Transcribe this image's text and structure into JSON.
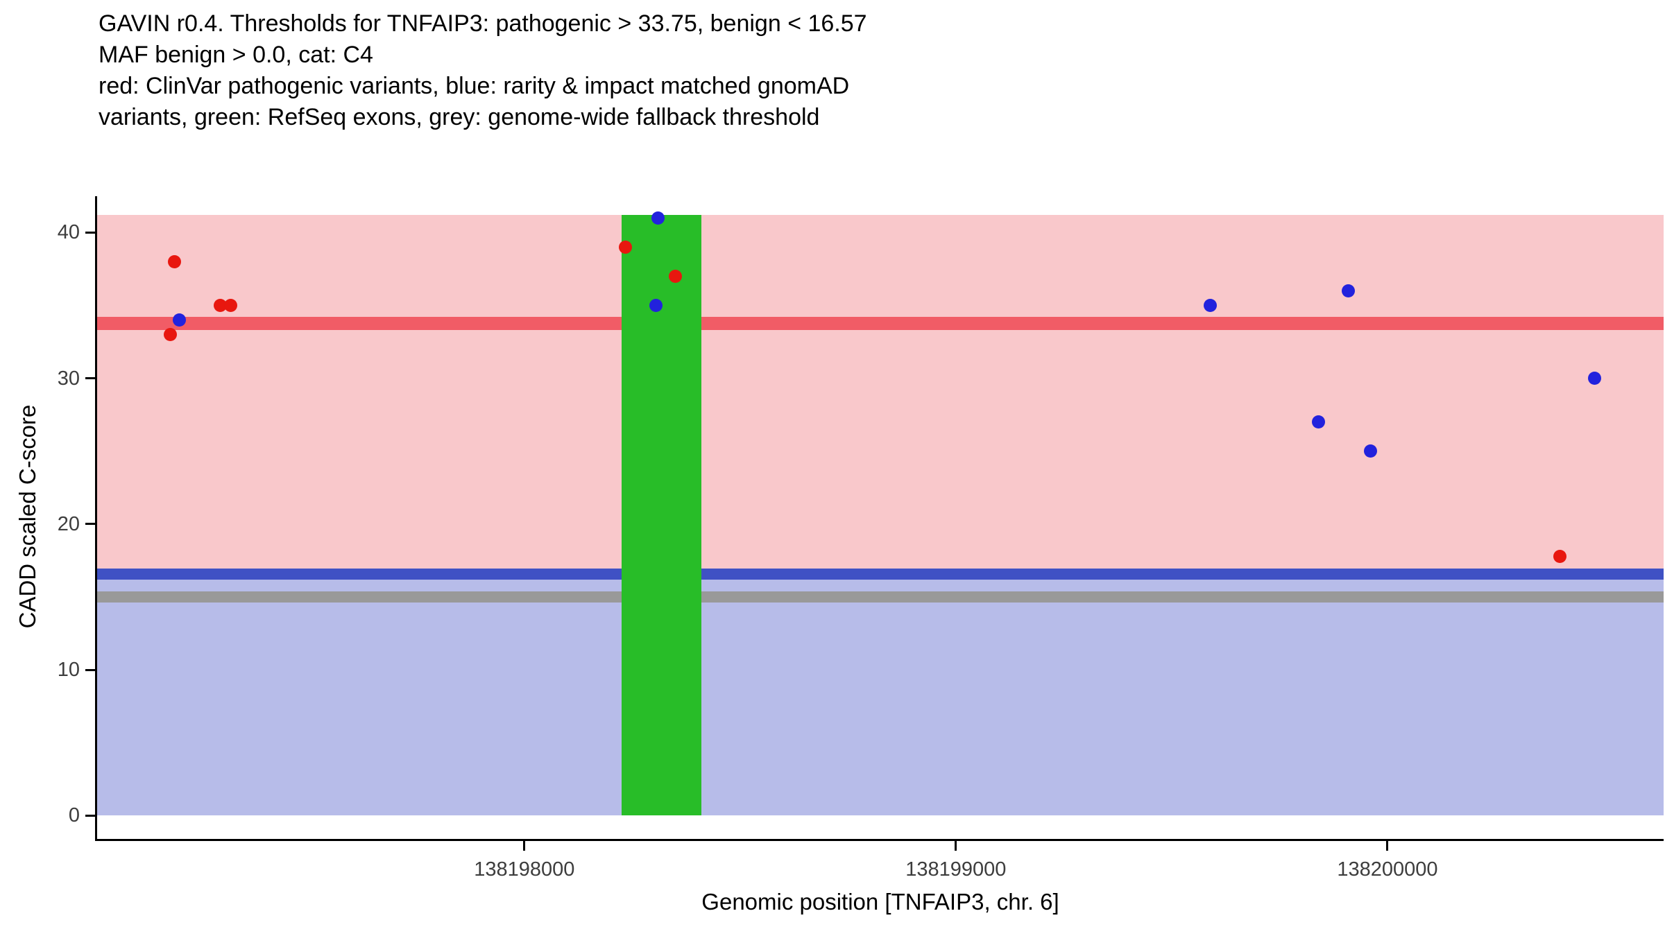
{
  "title_lines": [
    "GAVIN r0.4. Thresholds for TNFAIP3: pathogenic > 33.75, benign < 16.57",
    "MAF benign > 0.0, cat: C4",
    "red: ClinVar pathogenic variants, blue: rarity & impact matched gnomAD",
    "variants, green: RefSeq exons, grey: genome-wide fallback threshold"
  ],
  "chart_data": {
    "type": "scatter",
    "title": "GAVIN r0.4. Thresholds for TNFAIP3: pathogenic > 33.75, benign < 16.57 MAF benign > 0.0, cat: C4",
    "xlabel": "Genomic position [TNFAIP3, chr. 6]",
    "ylabel": "CADD scaled C-score",
    "xlim": [
      138197010,
      138200640
    ],
    "ylim": [
      -1.6,
      42.4
    ],
    "x_ticks": [
      138198000,
      138199000,
      138200000
    ],
    "y_ticks": [
      0,
      10,
      20,
      30,
      40
    ],
    "grid": "off",
    "legend": "none",
    "pathogenic_threshold": 33.75,
    "benign_threshold": 16.57,
    "genome_wide_fallback_threshold": 15.0,
    "regions": [
      {
        "name": "above-benign-zone",
        "from": 16.57,
        "to": 41.2,
        "color": "#f9c8cb"
      },
      {
        "name": "benign-zone",
        "from": 0,
        "to": 16.57,
        "color": "#b7bce9"
      }
    ],
    "threshold_bands": [
      {
        "name": "pathogenic-threshold",
        "value": 33.75,
        "half_width": 0.45,
        "color": "#f15c66"
      },
      {
        "name": "benign-threshold",
        "value": 16.57,
        "half_width": 0.4,
        "color": "#3f51c4"
      },
      {
        "name": "genome-wide-fallback-threshold",
        "value": 15.0,
        "half_width": 0.4,
        "color": "#999999"
      }
    ],
    "exons": [
      {
        "name": "refseq-exon",
        "x_from": 138198225,
        "x_to": 138198410,
        "y_from": 0,
        "y_to": 41.2,
        "color": "#28bd28"
      }
    ],
    "series": [
      {
        "name": "ClinVar pathogenic variants",
        "color": "#e8170f",
        "point_name": "clinvar-pathogenic-variant-point",
        "points": [
          [
            138197190,
            38
          ],
          [
            138197180,
            33
          ],
          [
            138197295,
            35
          ],
          [
            138197320,
            35
          ],
          [
            138198235,
            39
          ],
          [
            138198350,
            37
          ],
          [
            138200400,
            17.8
          ]
        ]
      },
      {
        "name": "rarity & impact matched gnomAD variants",
        "color": "#2222dd",
        "point_name": "gnomad-matched-variant-point",
        "points": [
          [
            138197200,
            34
          ],
          [
            138198310,
            41
          ],
          [
            138198305,
            35
          ],
          [
            138199590,
            35
          ],
          [
            138199840,
            27
          ],
          [
            138199910,
            36
          ],
          [
            138199960,
            25
          ],
          [
            138200480,
            30
          ]
        ]
      }
    ]
  }
}
